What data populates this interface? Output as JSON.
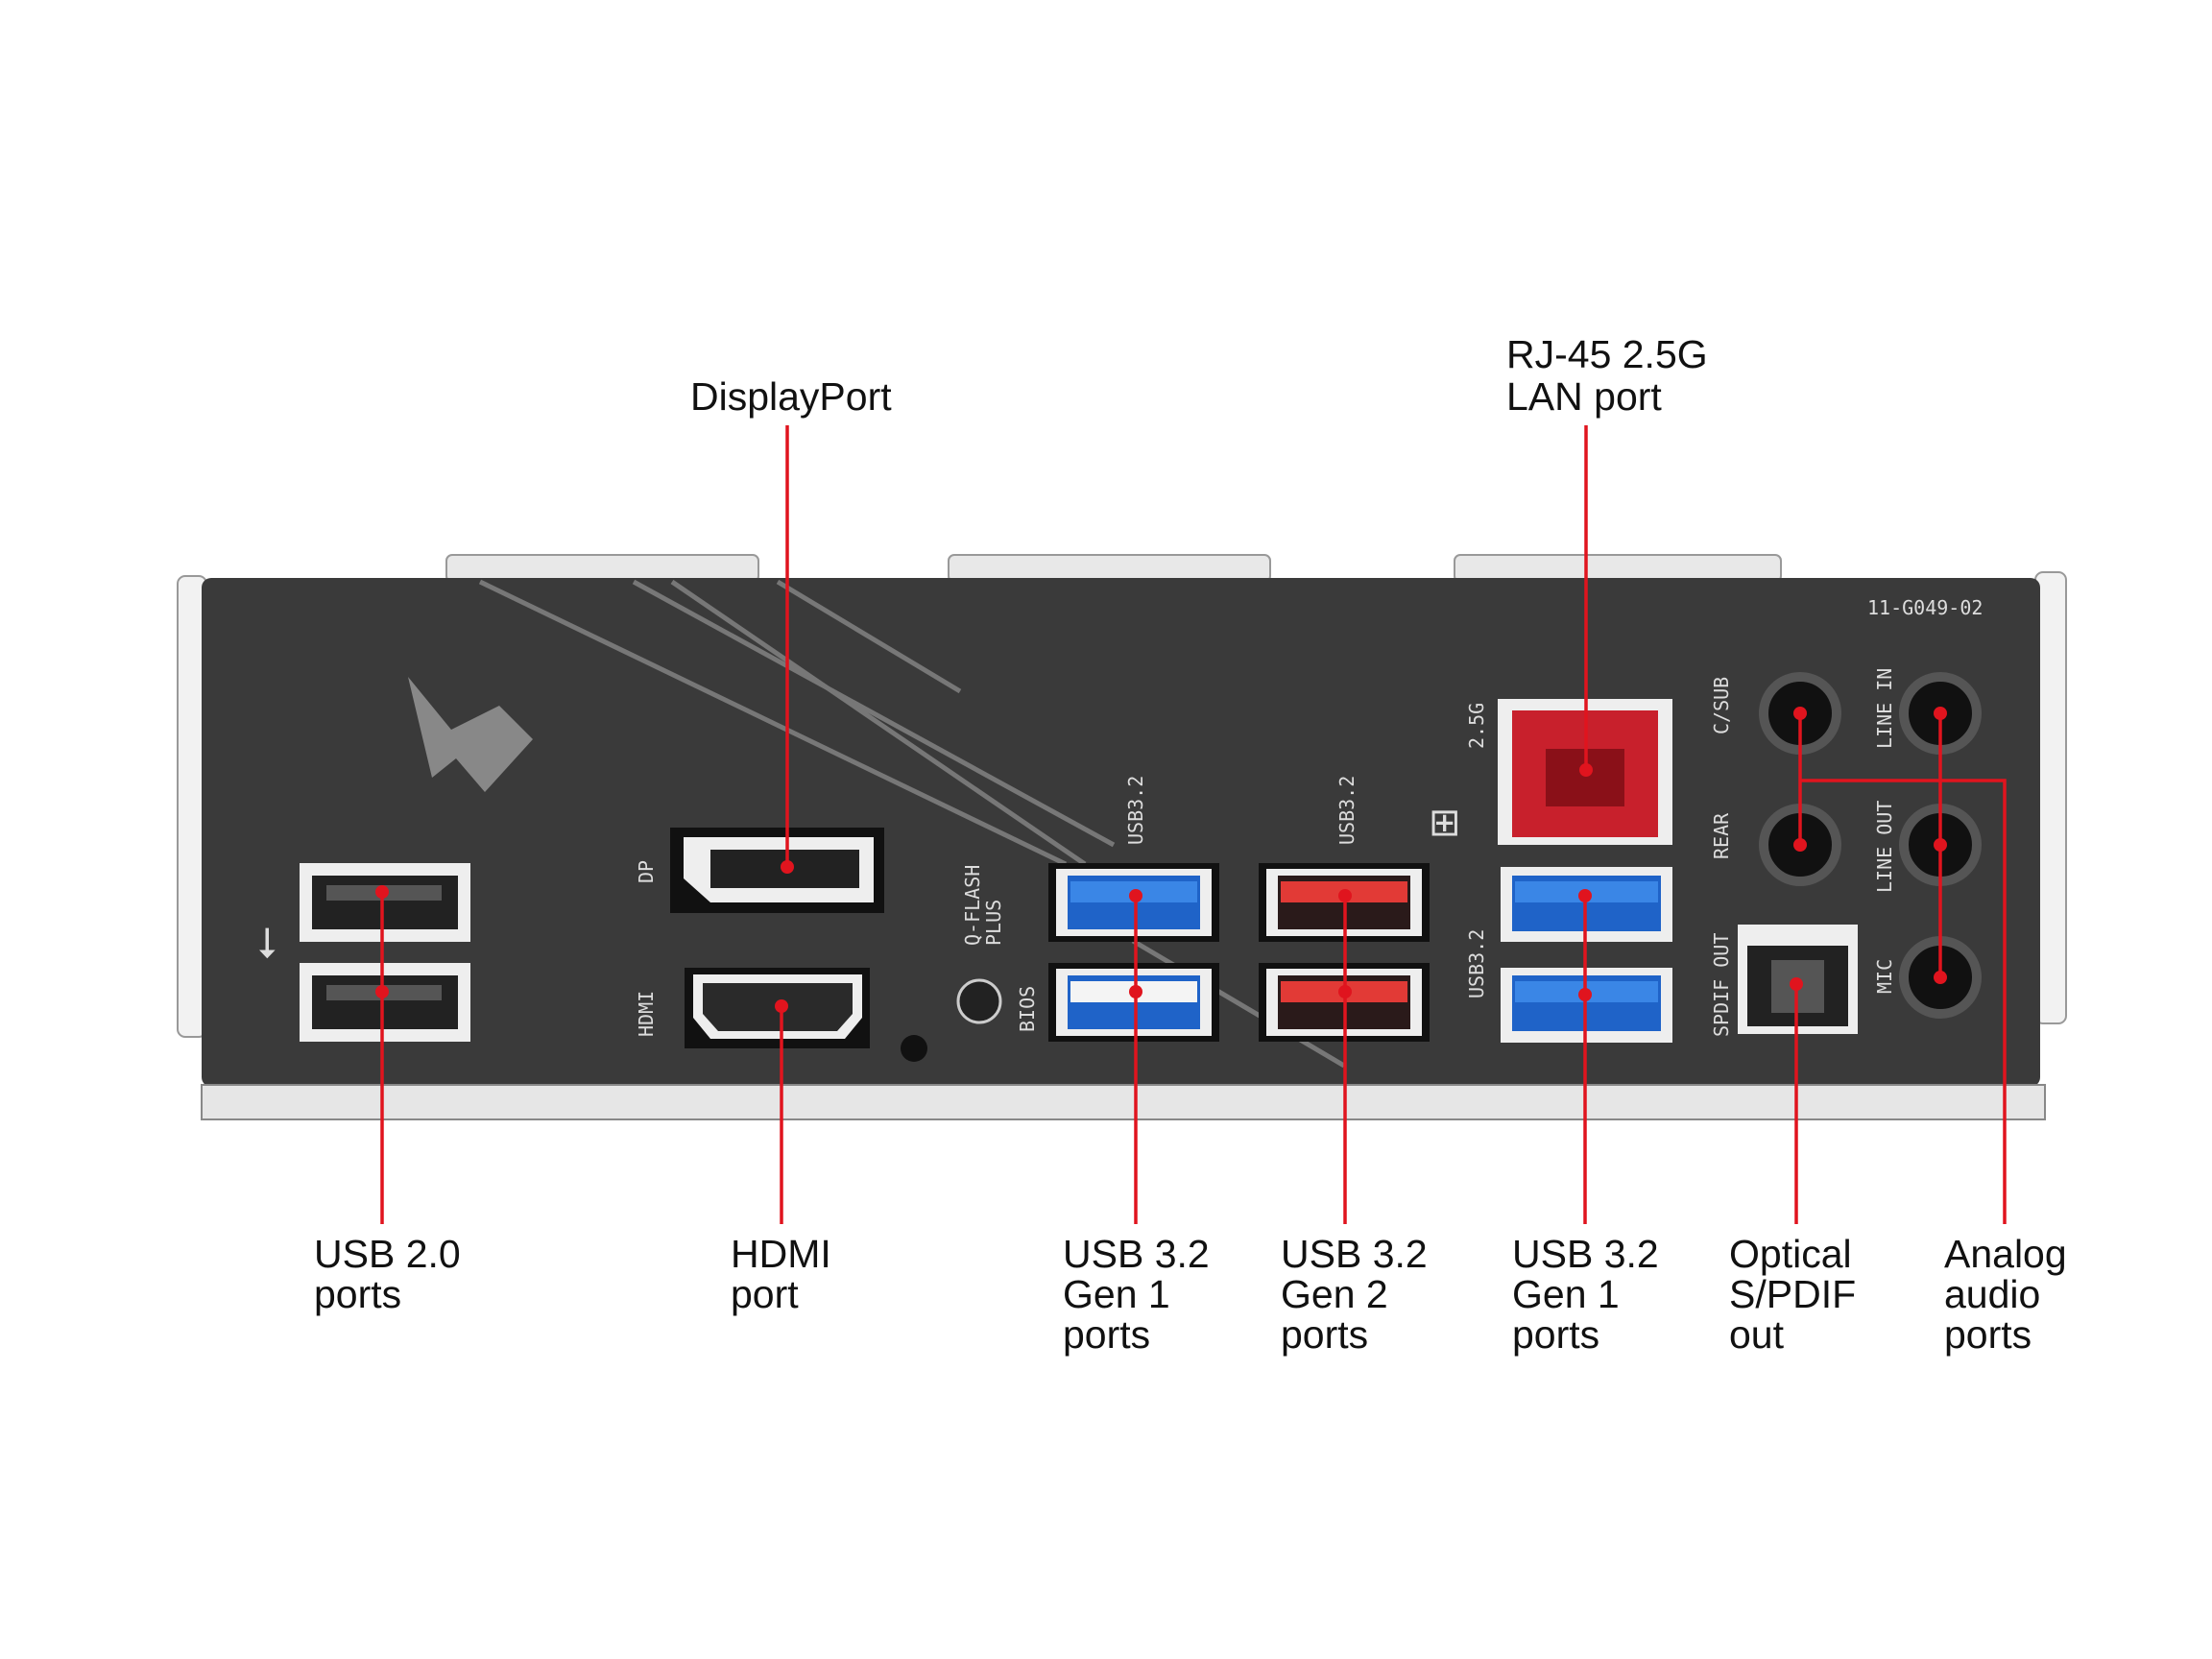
{
  "callouts": {
    "displayport": "DisplayPort",
    "rj45": [
      "RJ-45 2.5G",
      "LAN port"
    ],
    "usb20": [
      "USB 2.0",
      "ports"
    ],
    "hdmi": [
      "HDMI",
      "port"
    ],
    "usb32_gen1_left": [
      "USB 3.2",
      "Gen 1",
      "ports"
    ],
    "usb32_gen2": [
      "USB 3.2",
      "Gen 2",
      "ports"
    ],
    "usb32_gen1_right": [
      "USB 3.2",
      "Gen 1",
      "ports"
    ],
    "optical": [
      "Optical",
      "S/PDIF",
      "out"
    ],
    "audio": [
      "Analog",
      "audio",
      "ports"
    ]
  },
  "silkscreen": {
    "part_number": "11-G049-02",
    "dp": "DP",
    "hdmi": "HDMI",
    "qflash": [
      "Q-FLASH",
      "PLUS"
    ],
    "bios": "BIOS",
    "usb32_a": "USB3.2",
    "usb32_b": "USB3.2",
    "usb32_c": "USB3.2",
    "lan": "2.5G",
    "csub": "C/SUB",
    "rear": "REAR",
    "spdif": "SPDIF OUT",
    "line_in": "LINE IN",
    "line_out": "LINE OUT",
    "mic": "MIC"
  },
  "colors": {
    "leader": "#e0141e",
    "panel": "#3a3a3a",
    "usb_blue": "#1f63c8",
    "usb_red": "#e23a36",
    "lan_red": "#c8202c"
  }
}
